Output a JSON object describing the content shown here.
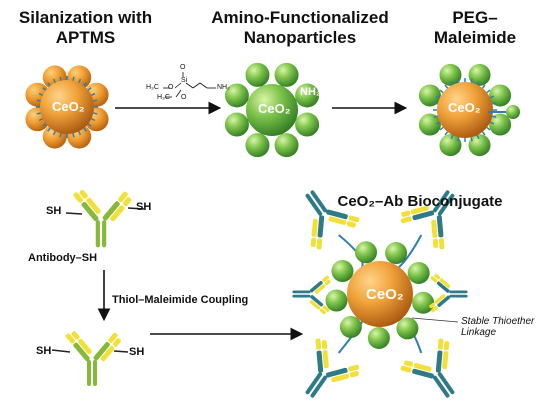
{
  "titles": {
    "silanization": "Silanization with APTMS",
    "amino": "Amino-Functionalized Nanoparticles",
    "peg": "PEG–Maleimide",
    "bioconjugate": "CeO₂–Ab Bioconjugate"
  },
  "labels": {
    "ceo2": "CeO₂",
    "nh2": "NH₂",
    "sh": "SH",
    "antibody_sh": "Antibody–SH",
    "coupling": "Thiol–Maleimide Coupling",
    "linkage_line1": "Stable Thioether",
    "linkage_line2": "Linkage"
  },
  "aptms_formula": {
    "o_top": "O",
    "si": "Si",
    "h3c_upper": "H₃C",
    "o_left": "O",
    "nh2": "NH₂",
    "h3c_lower": "H₃C",
    "o_bottom": "O"
  },
  "colors": {
    "ceo2_orange": "#e08a1e",
    "amine_green": "#6db33f",
    "linker_blue": "#2f7fb0",
    "antibody_yellow": "#f2e03a",
    "antibody_green": "#86b83a",
    "antibody_teal": "#2e7a87"
  }
}
